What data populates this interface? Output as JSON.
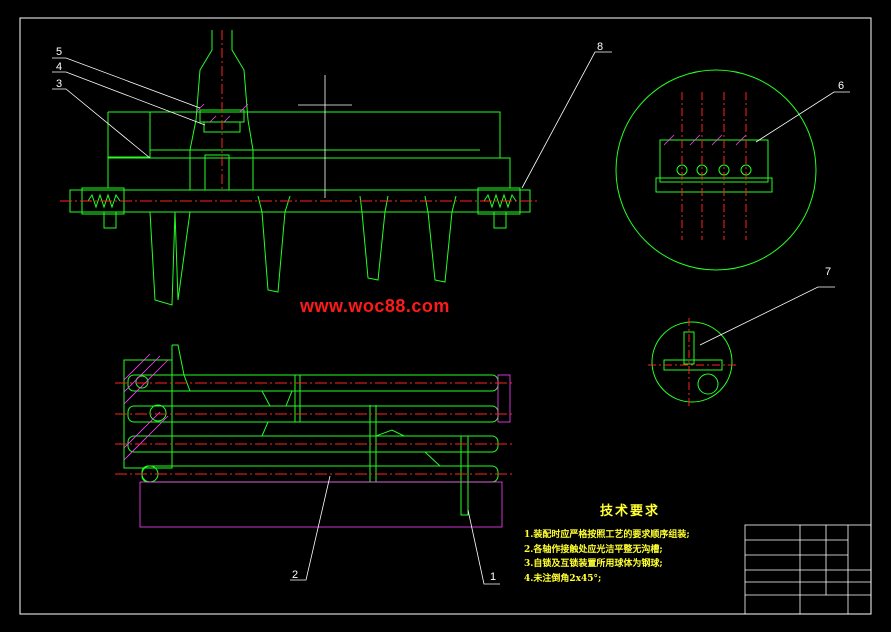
{
  "watermark": "www.woc88.com",
  "technical_requirements": {
    "title": "技术要求",
    "items": [
      "1.装配时应严格按照工艺的要求顺序组装;",
      "2.各轴作接触处应光洁平整无沟槽;",
      "3.自锁及互锁装置所用球体为钢球;",
      "4.未注倒角2x45°;"
    ]
  },
  "part_labels": [
    "5",
    "4",
    "3",
    "8",
    "6",
    "7",
    "2",
    "1"
  ],
  "colors": {
    "background": "#000000",
    "outline": "#22ff22",
    "centerline": "#ff2222",
    "dimension": "#ffffff",
    "hatch": "#ff44ff",
    "text": "#ffff33",
    "watermark": "#ff1a1a"
  }
}
